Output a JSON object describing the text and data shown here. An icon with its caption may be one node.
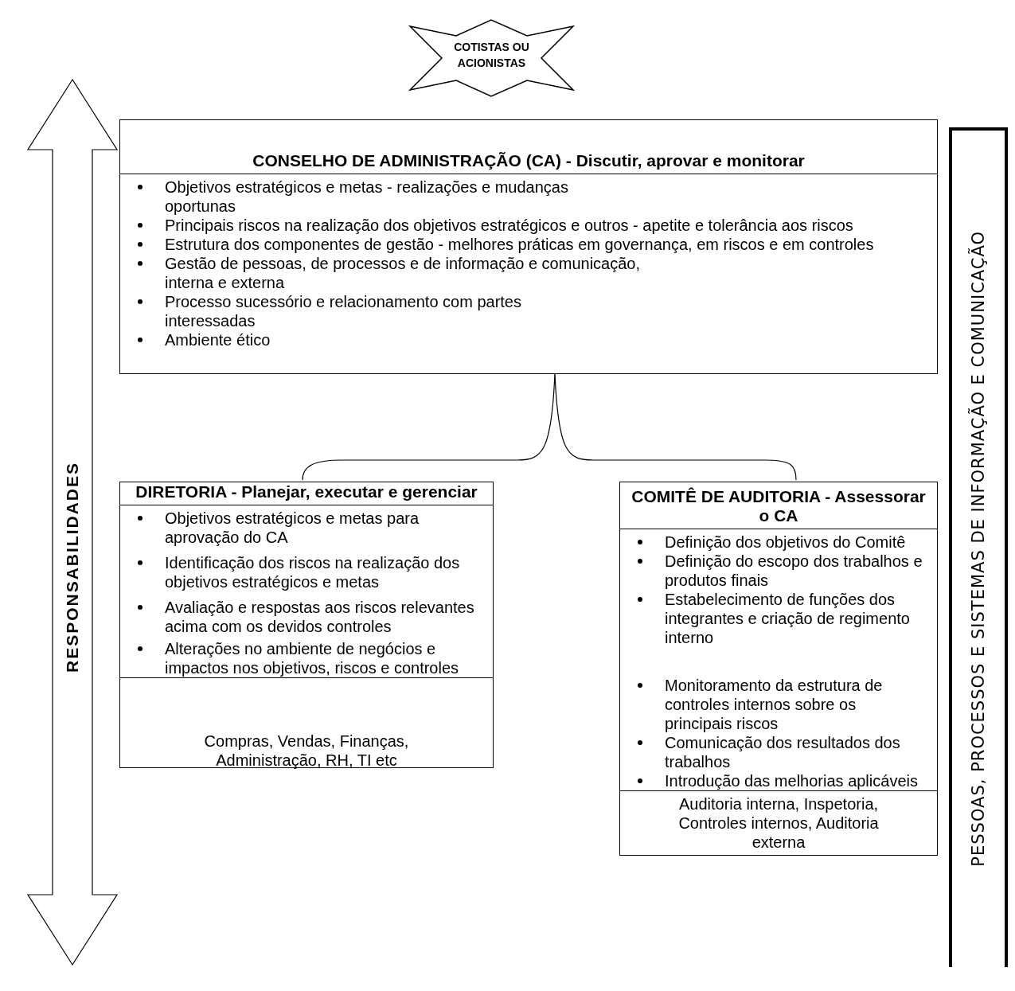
{
  "diagram": {
    "nodes": [
      {
        "text": [
          "COTISTAS OU ACIONISTAS"
        ]
      },
      {
        "text": [
          "CONSELHO DE ADMINISTRAÇÃO (CA) - Discutir, aprovar e monitorar",
          "Objetivos estratégicos e metas - realizações e mudanças oportunas",
          "Principais riscos na realização dos objetivos estratégicos e outros - apetite e tolerância aos riscos",
          "Estrutura dos componentes de gestão - melhores práticas em governança, em riscos e em controles",
          "Gestão de pessoas, de processos e de informação e comunicação, interna e externa",
          "Processo sucessório e relacionamento com partes interessadas",
          "Ambiente ético"
        ]
      },
      {
        "text": [
          "DIRETORIA - Planejar, executar e gerenciar",
          "Objetivos estratégicos e metas para aprovação do CA",
          "Identificação dos riscos na realização dos objetivos estratégicos e metas",
          "Avaliação e respostas aos riscos relevantes acima com os devidos controles",
          "Alterações no ambiente de negócios e impactos nos objetivos, riscos e controles",
          "Compras, Vendas, Finanças, Administração, RH, TI etc"
        ]
      },
      {
        "text": [
          "COMITÊ DE AUDITORIA - Assessorar o CA",
          "Definição dos objetivos do Comitê",
          "Definição do escopo dos trabalhos e produtos finais",
          "Estabelecimento de funções dos integrantes e criação de regimento interno",
          "Monitoramento da estrutura de controles internos sobre os principais riscos",
          "Comunicação dos resultados dos trabalhos",
          "Introdução das melhorias aplicáveis",
          "Auditoria interna, Inspetoria, Controles internos, Auditoria externa"
        ]
      },
      {
        "text": [
          "RESPONSABILIDADES"
        ]
      },
      {
        "text": [
          "PESSOAS, PROCESSOS E SISTEMAS DE INFORMAÇÃO E COMUNICAÇÃO"
        ]
      }
    ]
  }
}
